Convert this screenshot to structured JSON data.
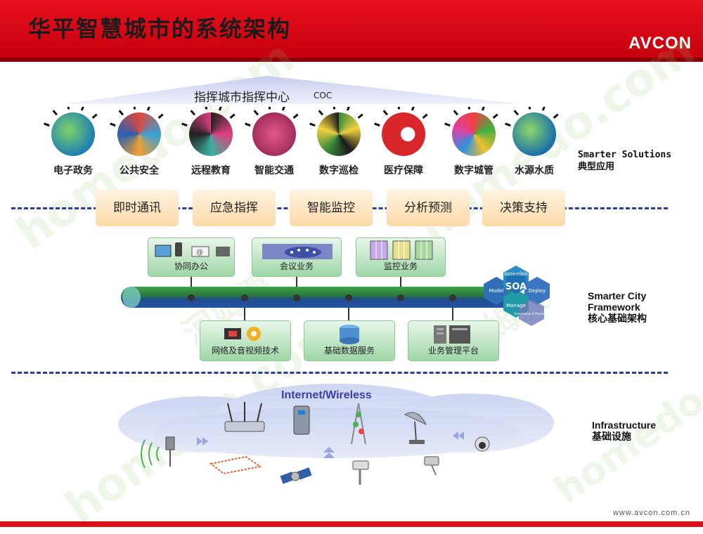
{
  "header": {
    "title": "华平智慧城市的系统架构",
    "logo": "AVCON"
  },
  "watermark": {
    "text_a": "homedo.com",
    "text_b": "河姆渡"
  },
  "command_center": {
    "title": "指挥城市指挥中心",
    "abbr": "COC"
  },
  "solutions": [
    {
      "label": "电子政务",
      "icon": "e-government-icon"
    },
    {
      "label": "公共安全",
      "icon": "public-safety-icon"
    },
    {
      "label": "远程教育",
      "icon": "remote-education-icon"
    },
    {
      "label": "智能交通",
      "icon": "smart-traffic-icon"
    },
    {
      "label": "数字巡检",
      "icon": "digital-inspection-icon"
    },
    {
      "label": "医疗保障",
      "icon": "medical-icon"
    },
    {
      "label": "数字城管",
      "icon": "city-management-icon"
    },
    {
      "label": "水源水质",
      "icon": "water-quality-icon"
    }
  ],
  "side_labels": {
    "solutions_en": "Smarter Solutions",
    "solutions_cn": "典型应用",
    "framework_en1": "Smarter City",
    "framework_en2": "Framework",
    "framework_cn": "核心基础架构",
    "infra_en": "Infrastructure",
    "infra_cn": "基础设施"
  },
  "services": [
    "即时通讯",
    "应急指挥",
    "智能监控",
    "分析预测",
    "决策支持"
  ],
  "modules_top": [
    "协同办公",
    "会议业务",
    "监控业务"
  ],
  "modules_bottom": [
    "网络及音视频技术",
    "基础数据服务",
    "业务管理平台"
  ],
  "soa": {
    "label": "SOA",
    "segments": [
      "Model",
      "Assemble",
      "Deploy",
      "Manage",
      "Governance & Processes"
    ]
  },
  "infrastructure": {
    "cloud_label": "Internet/Wireless"
  },
  "footer": {
    "url": "www.avcon.com.cn"
  },
  "colors": {
    "header_red": "#d8101a",
    "dash_blue": "#2b3e9a",
    "service_orange": "#fbd9a8",
    "module_green": "#9ed6a7",
    "internet_blue": "#3b3ea8"
  }
}
